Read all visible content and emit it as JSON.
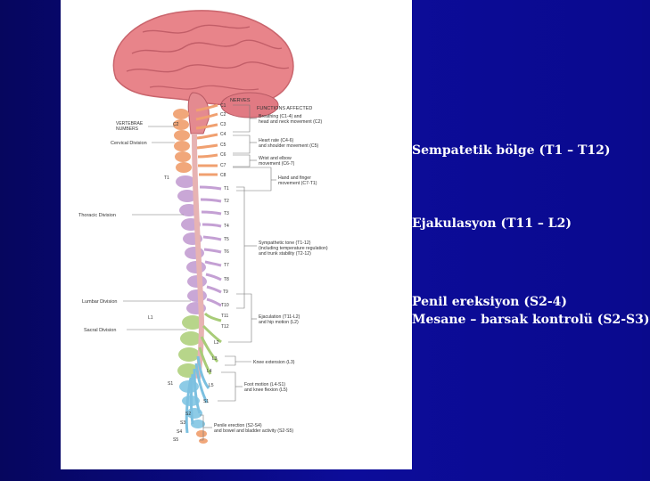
{
  "figure": {
    "header_nerves": "NERVES",
    "header_functions": "FUNCTIONS AFFECTED",
    "vertebrae_label_1": "VERTEBRAE",
    "vertebrae_label_2": "NUMBERS",
    "divisions": {
      "cervical": "Cervical Division",
      "thoracic": "Thoracic Division",
      "lumbar": "Lumbar Division",
      "sacral": "Sacral Division"
    },
    "nerve_labels": [
      "C1",
      "C2",
      "C3",
      "C4",
      "C5",
      "C6",
      "C7",
      "C8",
      "T1",
      "T2",
      "T3",
      "T4",
      "T5",
      "T6",
      "T7",
      "T8",
      "T9",
      "T10",
      "T11",
      "T12",
      "L1",
      "L2",
      "L3",
      "L4",
      "L5",
      "S1",
      "S2",
      "S3",
      "S4",
      "S5"
    ],
    "vertebra_markers": {
      "c2": "C2",
      "t1": "T1",
      "l1": "L1",
      "s1": "S1"
    },
    "functions": {
      "f1_line1": "Breathing (C1-4) and",
      "f1_line2": "head and neck movement (C2)",
      "f2_line1": "Heart rate (C4-6)",
      "f2_line2": "and shoulder movement (C5)",
      "f3_line1": "Wrist and elbow",
      "f3_line2": "movement (C6-7)",
      "f4_line1": "Hand and finger",
      "f4_line2": "movement (C7-T1)",
      "f5_line1": "Sympathetic tone (T1-12)",
      "f5_line2": "(including temperature regulation)",
      "f5_line3": "and trunk stability (T2-12)",
      "f6_line1": "Ejaculation (T11-L2)",
      "f6_line2": "and hip motion (L2)",
      "f7_line1": "Knee extension (L3)",
      "f8_line1": "Foot motion (L4-S1)",
      "f8_line2": "and knee flexion (L5)",
      "f9_line1": "Penile erection (S2-S4)",
      "f9_line2": "and bowel and bladder activity (S2-S5)"
    }
  },
  "notes": {
    "sympathetic": "Sempatetik bölge (T1 – T12)",
    "ejaculation": "Ejakulasyon (T11 – L2)",
    "erection": "Penil ereksiyon (S2-4)",
    "bladder": "Mesane – barsak kontrolü (S2-S3)"
  }
}
